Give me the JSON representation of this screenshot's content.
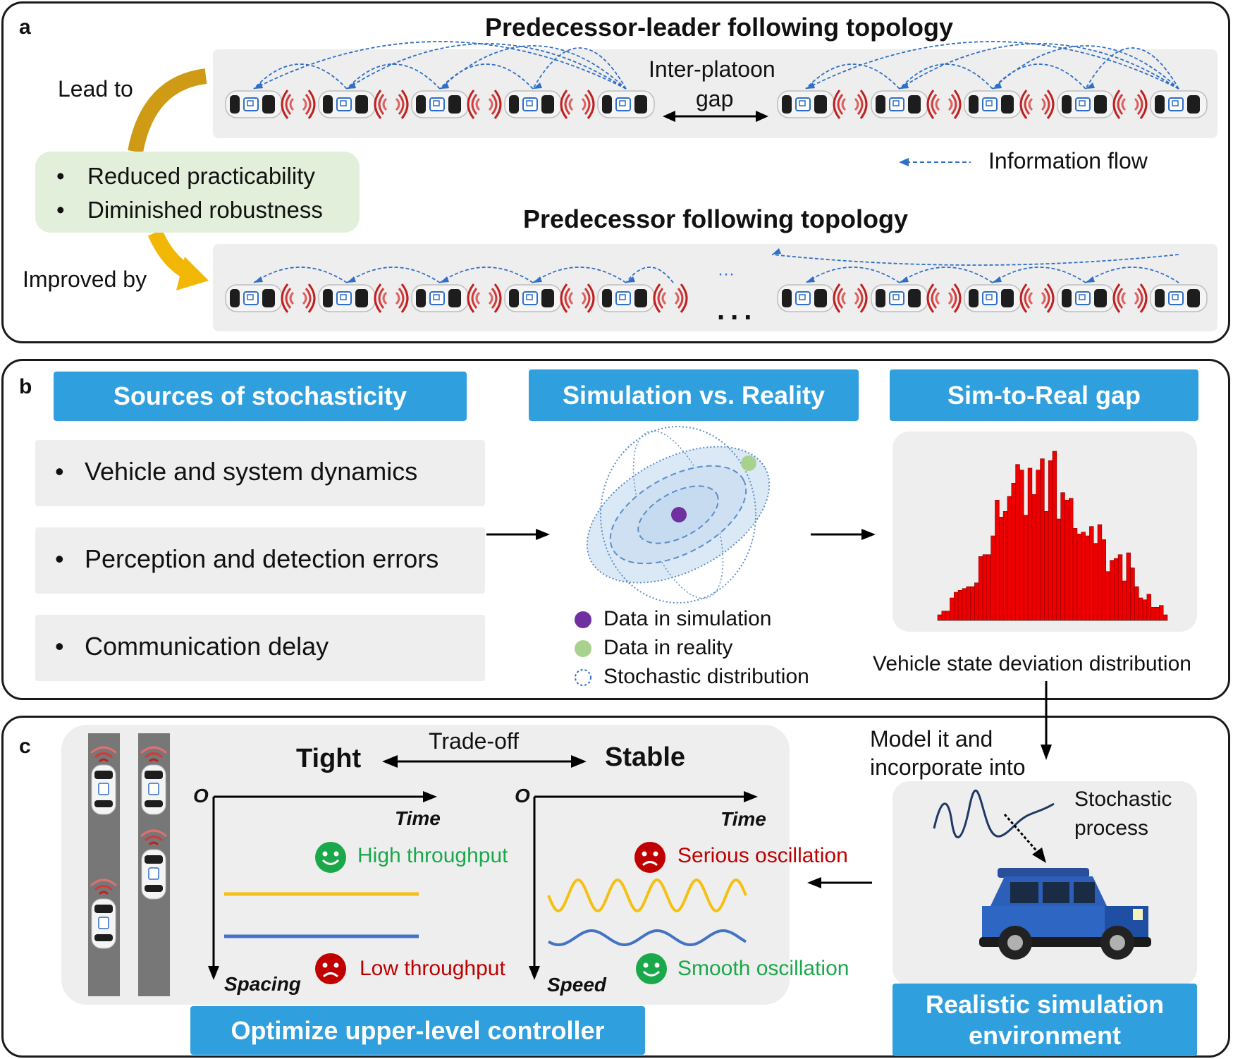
{
  "panel_a": {
    "label": "a",
    "top_title": "Predecessor-leader following topology",
    "bottom_title": "Predecessor following topology",
    "gap_label_1": "Inter-platoon",
    "gap_label_2": "gap",
    "lead_to": "Lead to",
    "improved_by": "Improved by",
    "issues": [
      "Reduced practicability",
      "Diminished robustness"
    ],
    "legend": "Information flow",
    "ellipsis": "...",
    "ellipsis_top": "···",
    "colors": {
      "arrow_gold": "#d4a017",
      "green_box": "#e2efda",
      "flow_blue": "#2f6fc7"
    }
  },
  "panel_b": {
    "label": "b",
    "header_left": "Sources of stochasticity",
    "header_mid": "Simulation vs. Reality",
    "header_right": "Sim-to-Real gap",
    "sources": [
      "Vehicle and system dynamics",
      "Perception and detection errors",
      "Communication delay"
    ],
    "legend": [
      "Data in simulation",
      "Data in reality",
      "Stochastic distribution"
    ],
    "hist_caption": "Vehicle state deviation distribution",
    "colors": {
      "header": "#2f9fde",
      "sim_dot": "#7030a0",
      "real_dot": "#a9d18e",
      "hist": "#ee0000"
    }
  },
  "panel_c": {
    "label": "c",
    "tight": "Tight",
    "tradeoff": "Trade-off",
    "stable": "Stable",
    "origin": "O",
    "time_label": "Time",
    "spacing_label": "Spacing",
    "speed_label": "Speed",
    "high_throughput": "High throughput",
    "low_throughput": "Low throughput",
    "serious_osc": "Serious oscillation",
    "smooth_osc": "Smooth oscillation",
    "model_it_1": "Model it and",
    "model_it_2": "incorporate into",
    "stoch_1": "Stochastic",
    "stoch_2": "process",
    "bottom_left_box": "Optimize upper-level controller",
    "bottom_right_box_1": "Realistic simulation",
    "bottom_right_box_2": "environment",
    "colors": {
      "yellow": "#f5c013",
      "blue_line": "#4472c4",
      "good": "#1aa84a",
      "bad": "#c00000"
    }
  },
  "chart_data": {
    "type": "bar",
    "title": "",
    "xlabel": "",
    "ylabel": "",
    "values": [
      3,
      5,
      5,
      12,
      15,
      16,
      17,
      18,
      18,
      20,
      34,
      35,
      35,
      45,
      64,
      55,
      58,
      66,
      73,
      83,
      80,
      56,
      81,
      67,
      80,
      86,
      58,
      85,
      90,
      54,
      68,
      64,
      65,
      49,
      46,
      47,
      45,
      50,
      41,
      51,
      43,
      26,
      32,
      33,
      35,
      21,
      36,
      28,
      18,
      12,
      11,
      14,
      7,
      7,
      8,
      3
    ]
  }
}
